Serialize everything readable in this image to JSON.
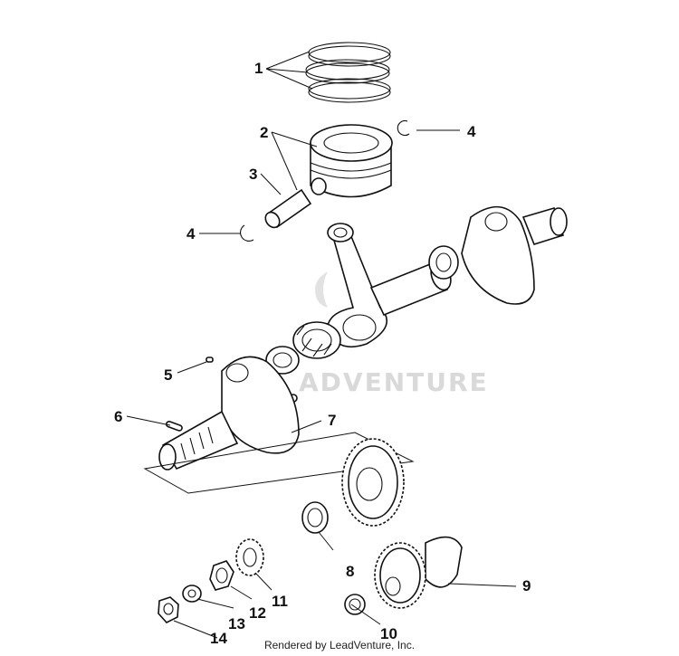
{
  "watermark": "ADVENTURE",
  "credit": "Rendered by LeadVenture, Inc.",
  "callouts": [
    {
      "id": "c1",
      "text": "1"
    },
    {
      "id": "c2",
      "text": "2"
    },
    {
      "id": "c3",
      "text": "3"
    },
    {
      "id": "c4a",
      "text": "4"
    },
    {
      "id": "c4b",
      "text": "4"
    },
    {
      "id": "c5",
      "text": "5"
    },
    {
      "id": "c6",
      "text": "6"
    },
    {
      "id": "c7",
      "text": "7"
    },
    {
      "id": "c8",
      "text": "8"
    },
    {
      "id": "c9",
      "text": "9"
    },
    {
      "id": "c10",
      "text": "10"
    },
    {
      "id": "c11",
      "text": "11"
    },
    {
      "id": "c12",
      "text": "12"
    },
    {
      "id": "c13",
      "text": "13"
    },
    {
      "id": "c14",
      "text": "14"
    }
  ]
}
